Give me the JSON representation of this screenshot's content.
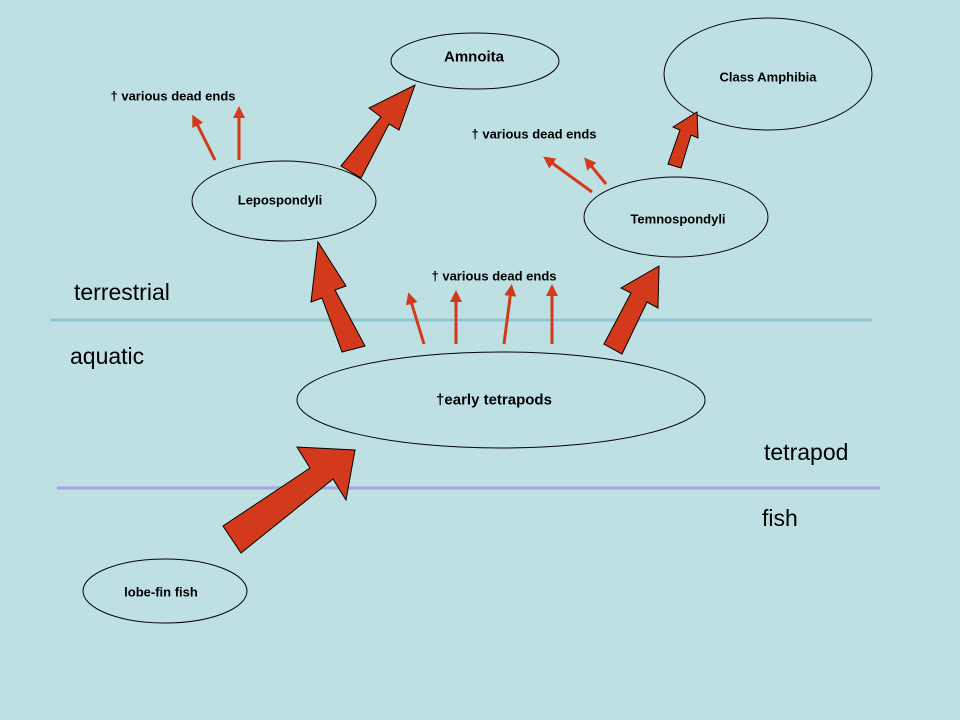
{
  "nodes": {
    "amnoita": "Amnoita",
    "amphibia": "Class Amphibia",
    "lepospondyli": "Lepospondyli",
    "temnospondyli": "Temnospondyli",
    "early_tetrapods": "†early tetrapods",
    "lobe_fin": "lobe-fin fish"
  },
  "dead_ends": {
    "left": "† various dead ends",
    "right": "† various dead ends",
    "center": "† various dead ends"
  },
  "zones": {
    "terrestrial": "terrestrial",
    "aquatic": "aquatic",
    "tetrapod": "tetrapod",
    "fish": "fish"
  },
  "colors": {
    "background": "#bfe0e3",
    "arrow_fill": "#d33a1c",
    "arrow_outline": "#000000",
    "line_terrestrial": "#8fc8d4",
    "line_tetrapod": "#a9a3de"
  }
}
